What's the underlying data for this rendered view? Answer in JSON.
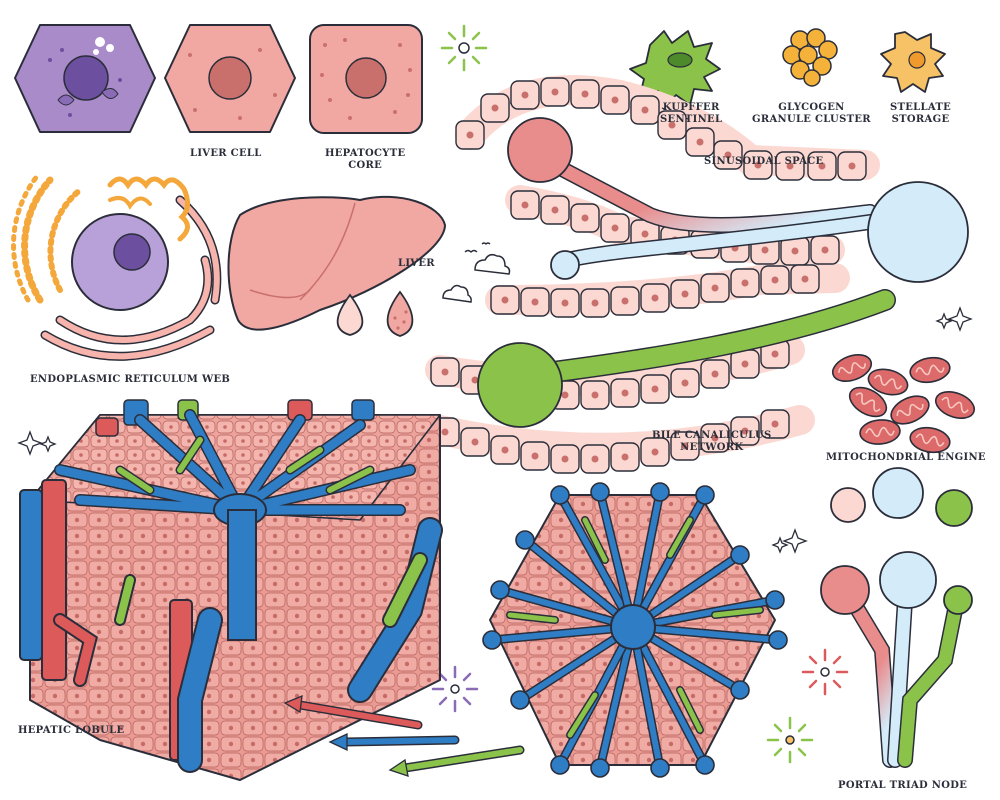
{
  "labels": {
    "liver_cell": "LIVER CELL",
    "hepatocyte_core_1": "HEPATOCYTE",
    "hepatocyte_core_2": "CORE",
    "kupffer_1": "KUPFFER",
    "kupffer_2": "SENTINEL",
    "glycogen_1": "GLYCOGEN",
    "glycogen_2": "GRANULE CLUSTER",
    "stellate_1": "STELLATE",
    "stellate_2": "STORAGE",
    "sinusoidal_space": "SINUSOIDAL SPACE",
    "liver": "LIVER",
    "er_web": "ENDOPLASMIC RETICULUM WEB",
    "bile_1": "BILE CANALICULUS",
    "bile_2": "NETWORK",
    "mito": "MITOCHONDRIAL ENGINE",
    "hepatic_lobule": "HEPATIC LOBULE",
    "portal_triad": "PORTAL TRIAD NODE"
  },
  "colors": {
    "outline": "#2b2e3a",
    "cell_pink": "#f2a8a2",
    "cell_light": "#fbd9d2",
    "nucleus": "#c9706c",
    "vein_blue": "#2f7dc4",
    "duct_light_blue": "#d4ecfa",
    "artery_red": "#dd5a5a",
    "bile_green": "#8bc34a",
    "purple_cell": "#a98bc9",
    "orange_er": "#f4a73a"
  },
  "icons": [
    "sparkle-icon",
    "cloud-icon",
    "bird-icon",
    "arrow-icon"
  ]
}
